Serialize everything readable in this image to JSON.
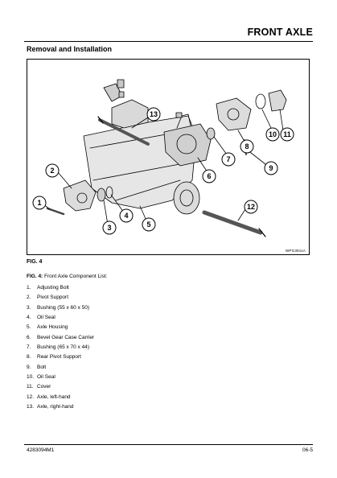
{
  "header": {
    "title": "FRONT AXLE"
  },
  "section": {
    "title": "Removal and Installation"
  },
  "figure": {
    "code": "WPG3911A",
    "label": "FIG. 4",
    "callouts": [
      "1",
      "2",
      "3",
      "4",
      "5",
      "6",
      "7",
      "8",
      "9",
      "10",
      "11",
      "12",
      "13"
    ]
  },
  "parts_list": {
    "fig_ref": "FIG. 4:",
    "caption": "Front Axle Component List:",
    "items": [
      {
        "num": "1.",
        "text": "Adjusting Bolt"
      },
      {
        "num": "2.",
        "text": "Pivot Support"
      },
      {
        "num": "3.",
        "text": "Bushing (55 x 60 x 50)"
      },
      {
        "num": "4.",
        "text": "Oil Seal"
      },
      {
        "num": "5.",
        "text": "Axle Housing"
      },
      {
        "num": "6.",
        "text": "Bevel Gear Case Carrier"
      },
      {
        "num": "7.",
        "text": "Bushing (65 x 70 x 44)"
      },
      {
        "num": "8.",
        "text": "Rear Pivot Support"
      },
      {
        "num": "9.",
        "text": "Bolt"
      },
      {
        "num": "10.",
        "text": "Oil Seal"
      },
      {
        "num": "11.",
        "text": "Cover"
      },
      {
        "num": "12.",
        "text": "Axle, left-hand"
      },
      {
        "num": "13.",
        "text": "Axle, right-hand"
      }
    ]
  },
  "footer": {
    "doc_number": "4283094M1",
    "page": "06-5"
  }
}
